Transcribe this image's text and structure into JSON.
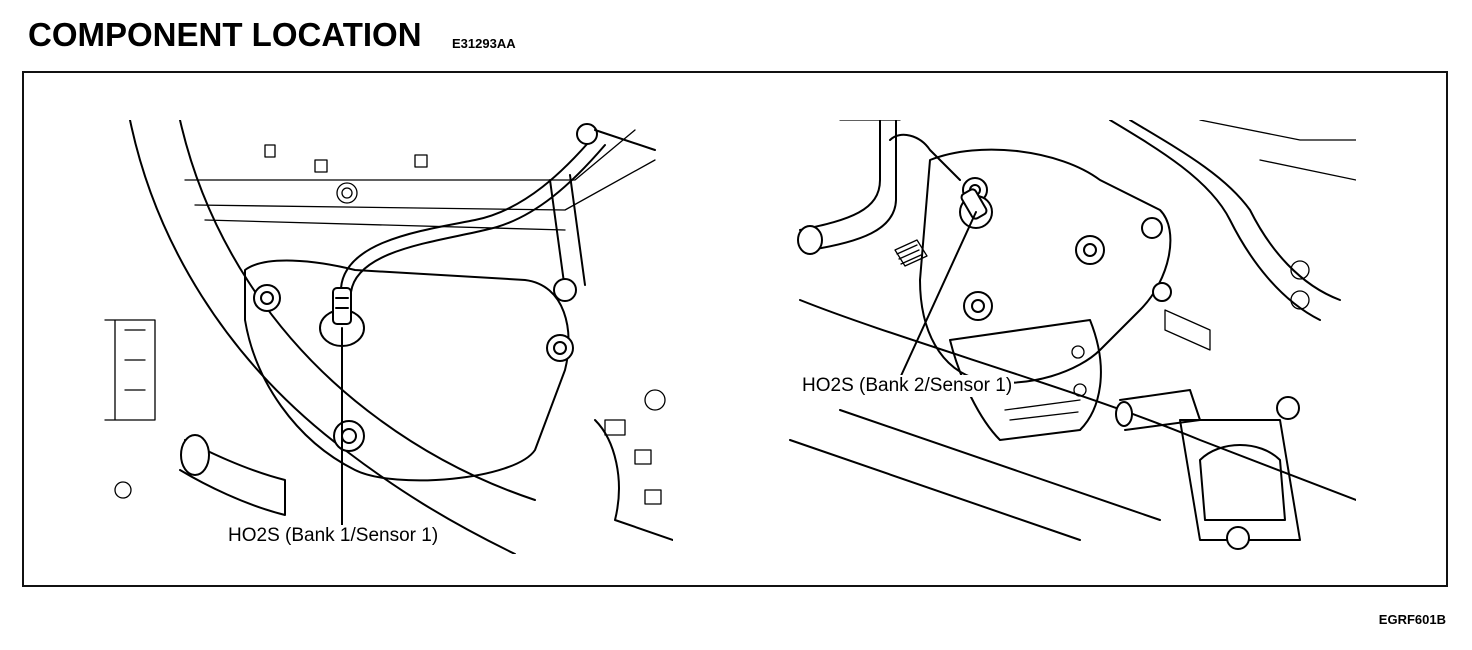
{
  "header": {
    "title": "COMPONENT LOCATION",
    "code": "E31293AA"
  },
  "views": [
    {
      "label": "HO2S (Bank 1/Sensor 1)"
    },
    {
      "label": "HO2S (Bank 2/Sensor 1)"
    }
  ],
  "footer": {
    "figure_code": "EGRF601B"
  }
}
